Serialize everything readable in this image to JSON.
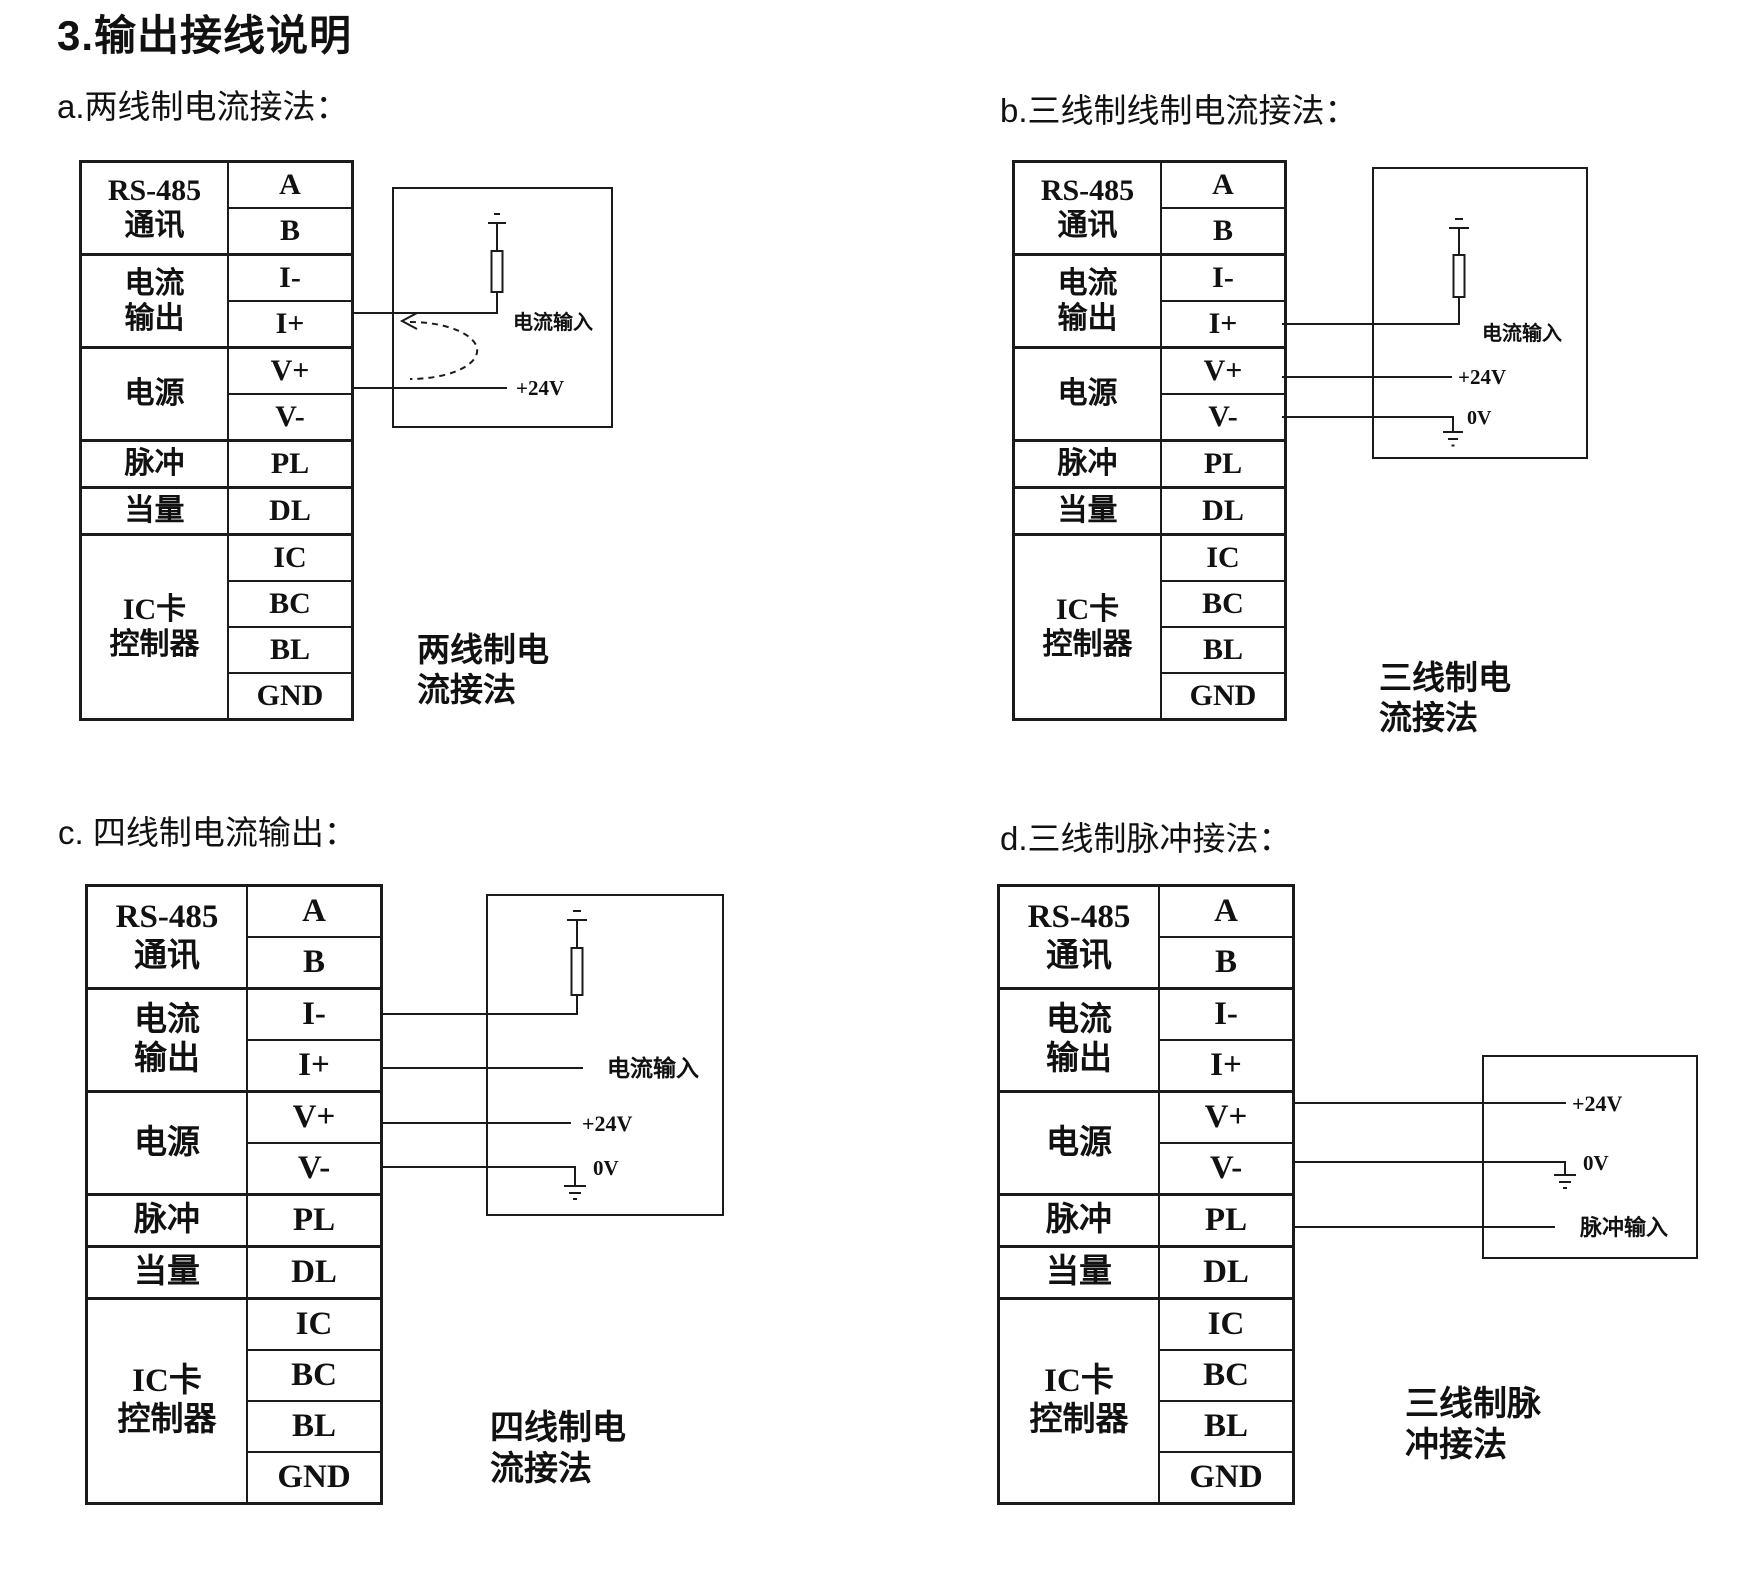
{
  "page": {
    "title": "3.输出接线说明"
  },
  "colors": {
    "ink": "#1b1b1b",
    "background": "#ffffff"
  },
  "sections": {
    "a": {
      "heading": "a.两线制电流接法：",
      "caption": "两线制电\n流接法",
      "labels": {
        "current_input": "电流输入",
        "plus24": "+24V"
      }
    },
    "b": {
      "heading": "b.三线制线制电流接法：",
      "caption": "三线制电\n流接法",
      "labels": {
        "current_input": "电流输入",
        "plus24": "+24V",
        "zero": "0V"
      }
    },
    "c": {
      "heading": "c. 四线制电流输出：",
      "caption": "四线制电\n流接法",
      "labels": {
        "current_input": "电流输入",
        "plus24": "+24V",
        "zero": "0V"
      }
    },
    "d": {
      "heading": "d.三线制脉冲接法：",
      "caption": "三线制脉\n冲接法",
      "labels": {
        "plus24": "+24V",
        "zero": "0V",
        "pulse_input": "脉冲输入"
      }
    }
  },
  "terminal_table": {
    "groups": [
      {
        "label": "RS-485\n通讯",
        "span": 2
      },
      {
        "label": "电流\n输出",
        "span": 2
      },
      {
        "label": "电源",
        "span": 2
      },
      {
        "label": "脉冲",
        "span": 1
      },
      {
        "label": "当量",
        "span": 1
      },
      {
        "label": "IC卡\n控制器",
        "span": 4
      }
    ],
    "pins": [
      "A",
      "B",
      "I-",
      "I+",
      "V+",
      "V-",
      "PL",
      "DL",
      "IC",
      "BC",
      "BL",
      "GND"
    ]
  }
}
